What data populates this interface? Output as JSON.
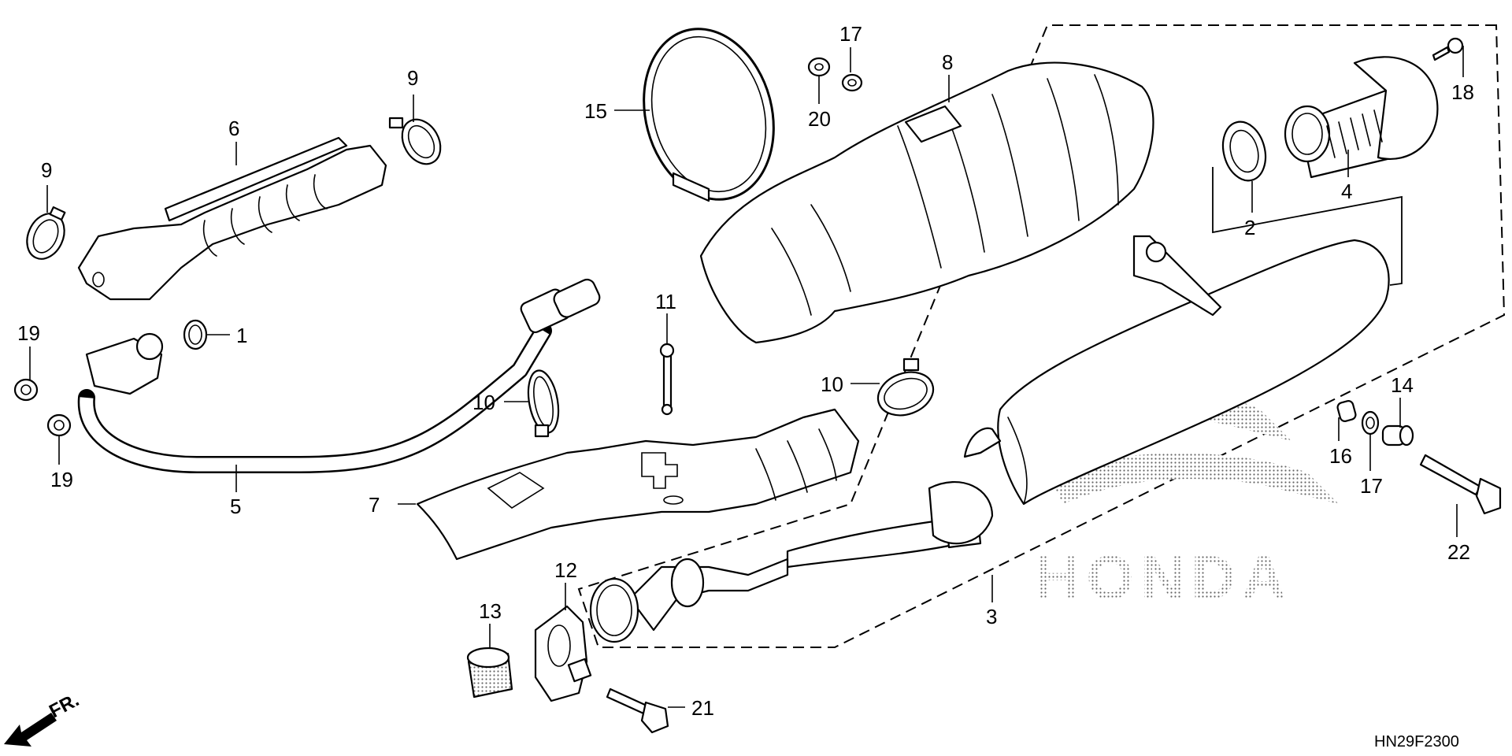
{
  "callouts": [
    {
      "id": "c1",
      "label": "1"
    },
    {
      "id": "c2",
      "label": "2"
    },
    {
      "id": "c3",
      "label": "3"
    },
    {
      "id": "c4",
      "label": "4"
    },
    {
      "id": "c5",
      "label": "5"
    },
    {
      "id": "c6",
      "label": "6"
    },
    {
      "id": "c7",
      "label": "7"
    },
    {
      "id": "c8",
      "label": "8"
    },
    {
      "id": "c9a",
      "label": "9"
    },
    {
      "id": "c9b",
      "label": "9"
    },
    {
      "id": "c10a",
      "label": "10"
    },
    {
      "id": "c10b",
      "label": "10"
    },
    {
      "id": "c11",
      "label": "11"
    },
    {
      "id": "c12",
      "label": "12"
    },
    {
      "id": "c13",
      "label": "13"
    },
    {
      "id": "c14",
      "label": "14"
    },
    {
      "id": "c15",
      "label": "15"
    },
    {
      "id": "c16",
      "label": "16"
    },
    {
      "id": "c17a",
      "label": "17"
    },
    {
      "id": "c17b",
      "label": "17"
    },
    {
      "id": "c18",
      "label": "18"
    },
    {
      "id": "c19a",
      "label": "19"
    },
    {
      "id": "c19b",
      "label": "19"
    },
    {
      "id": "c20",
      "label": "20"
    },
    {
      "id": "c21",
      "label": "21"
    },
    {
      "id": "c22",
      "label": "22"
    }
  ],
  "brand_logo_text": "HONDA",
  "direction_label": "FR.",
  "diagram_code": "HN29F2300",
  "colors": {
    "line": "#000000",
    "background": "#ffffff"
  }
}
